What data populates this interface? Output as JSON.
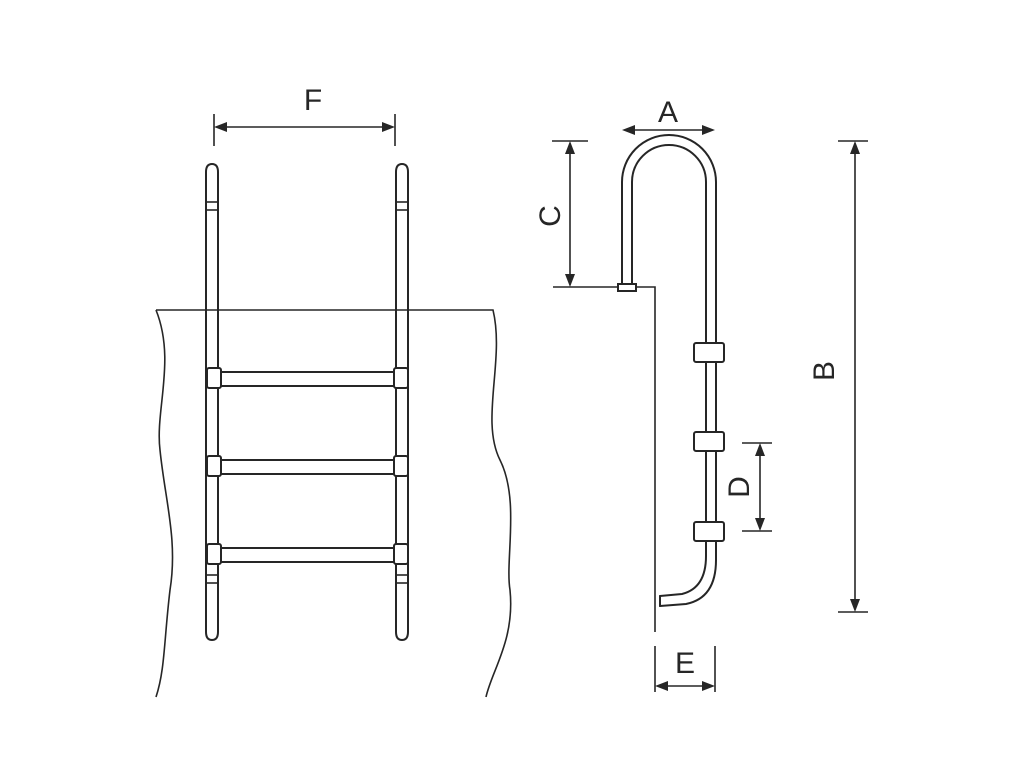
{
  "labels": {
    "a": "A",
    "b": "B",
    "c": "C",
    "d": "D",
    "e": "E",
    "f": "F"
  }
}
